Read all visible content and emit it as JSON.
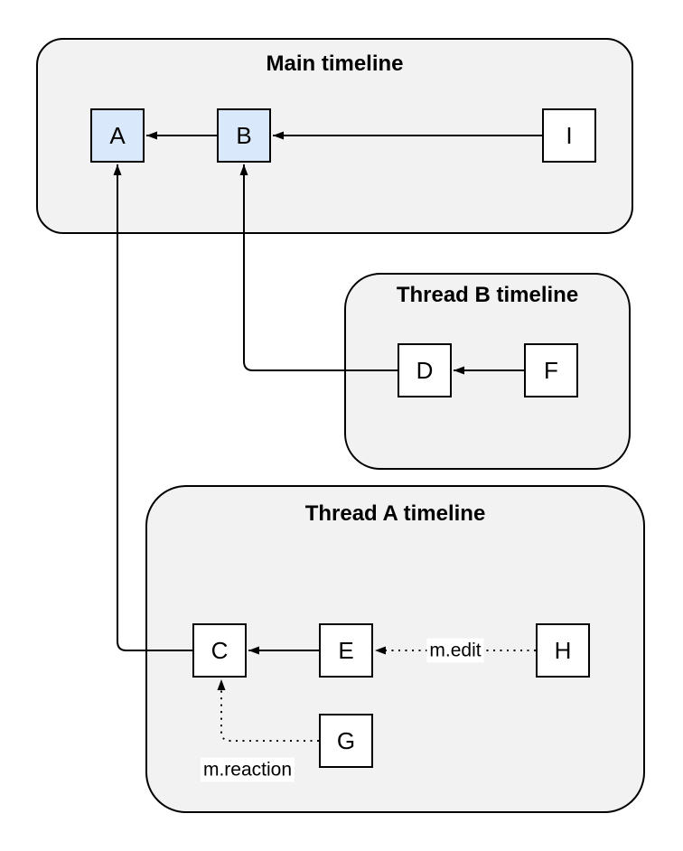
{
  "diagram": {
    "groups": {
      "main": {
        "title": "Main timeline"
      },
      "thread_b": {
        "title": "Thread B timeline"
      },
      "thread_a": {
        "title": "Thread A timeline"
      }
    },
    "nodes": {
      "a": {
        "label": "A",
        "group": "main",
        "highlighted": true
      },
      "b": {
        "label": "B",
        "group": "main",
        "highlighted": true
      },
      "i": {
        "label": "I",
        "group": "main",
        "highlighted": false
      },
      "d": {
        "label": "D",
        "group": "thread_b",
        "highlighted": false
      },
      "f": {
        "label": "F",
        "group": "thread_b",
        "highlighted": false
      },
      "c": {
        "label": "C",
        "group": "thread_a",
        "highlighted": false
      },
      "e": {
        "label": "E",
        "group": "thread_a",
        "highlighted": false
      },
      "h": {
        "label": "H",
        "group": "thread_a",
        "highlighted": false
      },
      "g": {
        "label": "G",
        "group": "thread_a",
        "highlighted": false
      }
    },
    "edges": [
      {
        "from": "B",
        "to": "A",
        "style": "solid",
        "label": ""
      },
      {
        "from": "I",
        "to": "B",
        "style": "solid",
        "label": ""
      },
      {
        "from": "D",
        "to": "B",
        "style": "solid",
        "label": ""
      },
      {
        "from": "F",
        "to": "D",
        "style": "solid",
        "label": ""
      },
      {
        "from": "C",
        "to": "A",
        "style": "solid",
        "label": ""
      },
      {
        "from": "E",
        "to": "C",
        "style": "solid",
        "label": ""
      },
      {
        "from": "H",
        "to": "E",
        "style": "dotted",
        "label": "m.edit"
      },
      {
        "from": "G",
        "to": "C",
        "style": "dotted",
        "label": "m.reaction"
      }
    ],
    "colors": {
      "group_fill": "#f2f2f2",
      "node_fill": "#ffffff",
      "node_fill_highlight": "#dae8fc",
      "stroke": "#000000",
      "label_background": "#ffffff"
    }
  }
}
